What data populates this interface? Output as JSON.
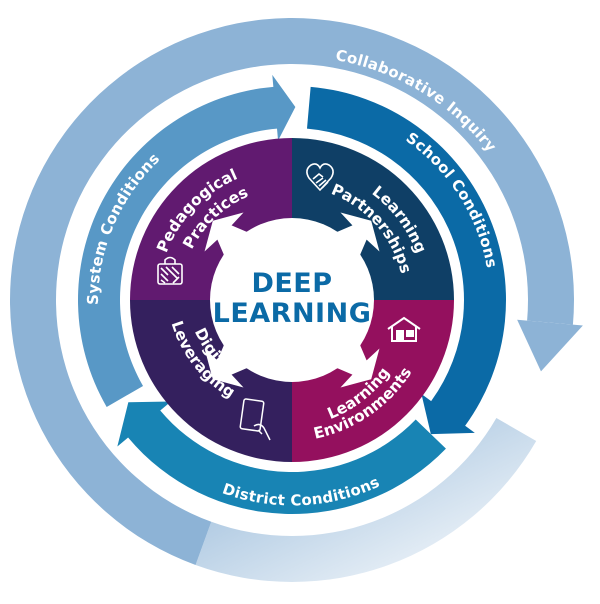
{
  "diagram": {
    "title": "Deep Learning Framework",
    "center": {
      "lines": [
        "DEEP",
        "LEARNING"
      ],
      "text_color": "#0b6aa6"
    },
    "outer_ring": {
      "label": "Collaborative Inquiry",
      "color": "#8db3d6"
    },
    "condition_rings": [
      {
        "label": "System Conditions",
        "color": "#5898c6"
      },
      {
        "label": "School Conditions",
        "color": "#0b6aa6"
      },
      {
        "label": "District Conditions",
        "color": "#1884b4"
      }
    ],
    "quadrants": [
      {
        "id": "pedagogical-practices",
        "lines": [
          "Pedagogical",
          "Practices"
        ],
        "icon": "basket-icon",
        "color": "#611a70"
      },
      {
        "id": "learning-partnerships",
        "lines": [
          "Learning",
          "Partnerships"
        ],
        "icon": "handshake-heart-icon",
        "color": "#0f3f66"
      },
      {
        "id": "learning-environments",
        "lines": [
          "Learning",
          "Environments"
        ],
        "icon": "house-icon",
        "color": "#94105e"
      },
      {
        "id": "leveraging-digital",
        "lines": [
          "Leveraging",
          "Digital"
        ],
        "icon": "tablet-hand-icon",
        "color": "#34205e"
      }
    ]
  }
}
